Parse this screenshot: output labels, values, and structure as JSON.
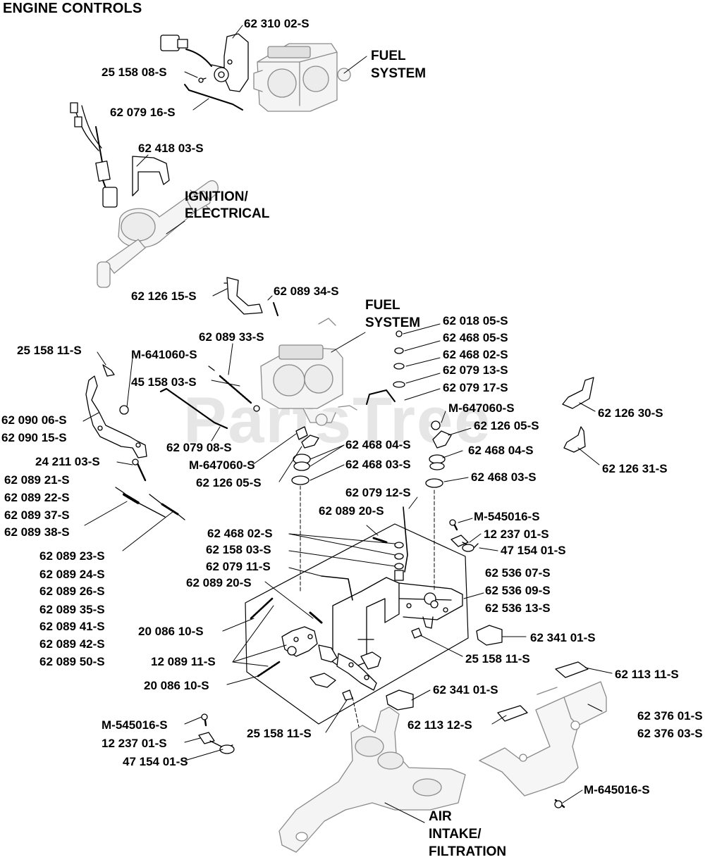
{
  "title": "ENGINE CONTROLS",
  "watermark": "PartsTree",
  "sections": {
    "fuel_1": [
      "FUEL",
      "SYSTEM"
    ],
    "ignition": [
      "IGNITION/",
      "ELECTRICAL"
    ],
    "fuel_2": [
      "FUEL",
      "SYSTEM"
    ],
    "air": [
      "AIR",
      "INTAKE/",
      "FILTRATION"
    ]
  },
  "parts": {
    "p01": "62 310 02-S",
    "p02": "25 158 08-S",
    "p03": "62 079 16-S",
    "p04": "62 418 03-S",
    "p05": "62 126 15-S",
    "p06": "62 089 34-S",
    "p07": "62 089 33-S",
    "p08": "25 158 11-S",
    "p09": "M-641060-S",
    "p10": "45 158 03-S",
    "p11": "62 018 05-S",
    "p12": "62 468 05-S",
    "p13": "62 468 02-S",
    "p14": "62 079 13-S",
    "p15": "62 079 17-S",
    "p16": "62 126 30-S",
    "p17": "M-647060-S",
    "p18": "62 090 06-S",
    "p19": "62 090 15-S",
    "p20": "62 126 05-S",
    "p21": "62 079 08-S",
    "p22": "62 468 04-S",
    "p23": "62 468 04-S",
    "p24": "M-647060-S",
    "p25": "62 468 03-S",
    "p26": "24 211 03-S",
    "p27": "62 126 31-S",
    "p28": "62 126 05-S",
    "p29": "62 468 03-S",
    "p30": "62 089 21-S",
    "p31": "62 089 22-S",
    "p32": "62 089 37-S",
    "p33": "62 089 38-S",
    "p34": "62 079 12-S",
    "p35": "62 089 20-S",
    "p36": "M-545016-S",
    "p37": "12 237 01-S",
    "p38": "62 468 02-S",
    "p39": "47 154 01-S",
    "p40": "62 089 23-S",
    "p41": "62 158 03-S",
    "p42": "62 089 24-S",
    "p43": "62 079 11-S",
    "p44": "62 536 07-S",
    "p45": "62 089 20-S",
    "p46": "62 089 26-S",
    "p47": "62 536 09-S",
    "p48": "62 089 35-S",
    "p49": "62 536 13-S",
    "p50": "62 089 41-S",
    "p51": "20 086 10-S",
    "p52": "62 089 42-S",
    "p53": "62 341 01-S",
    "p54": "62 089 50-S",
    "p55": "12 089 11-S",
    "p56": "25 158 11-S",
    "p57": "62 113 11-S",
    "p58": "20 086 10-S",
    "p59": "62 341 01-S",
    "p60": "62 376 01-S",
    "p61": "M-545016-S",
    "p62": "62 113 12-S",
    "p63": "62 376 03-S",
    "p64": "12 237 01-S",
    "p65": "25 158 11-S",
    "p66": "47 154 01-S",
    "p67": "M-645016-S"
  }
}
